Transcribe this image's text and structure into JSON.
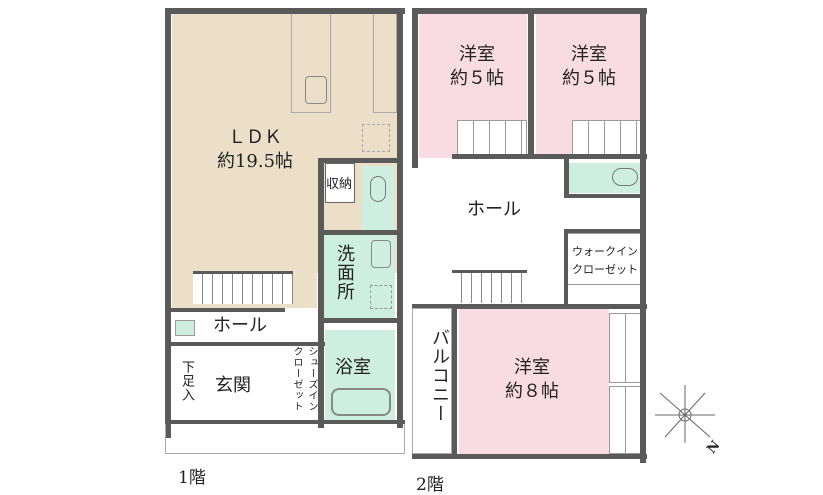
{
  "floor1": {
    "label": "1階",
    "rooms": {
      "ldk": {
        "name": "ＬＤＫ",
        "size": "約19.5帖"
      },
      "storage": {
        "name": "収納"
      },
      "washroom": {
        "name": "洗面所"
      },
      "hall": {
        "name": "ホール"
      },
      "bath": {
        "name": "浴室"
      },
      "entrance": {
        "name": "玄関"
      },
      "shoe_box": {
        "name": "下足入"
      },
      "shoes_in_closet": {
        "name": "シューズインクローゼット"
      }
    }
  },
  "floor2": {
    "label": "2階",
    "rooms": {
      "western_a": {
        "name": "洋室",
        "size": "約５帖"
      },
      "western_b": {
        "name": "洋室",
        "size": "約５帖"
      },
      "hall": {
        "name": "ホール"
      },
      "walk_in": {
        "name1": "ウォークイン",
        "name2": "クローゼット"
      },
      "balcony": {
        "name": "バルコニー"
      },
      "western_c": {
        "name": "洋室",
        "size": "約８帖"
      }
    }
  },
  "compass": {
    "label": "N",
    "icon": "compass-rose-icon"
  },
  "colors": {
    "ldk": "#ecdfc8",
    "wet": "#cfeee2",
    "bedroom": "#f9dbe4",
    "wall": "#5a5a5a"
  }
}
